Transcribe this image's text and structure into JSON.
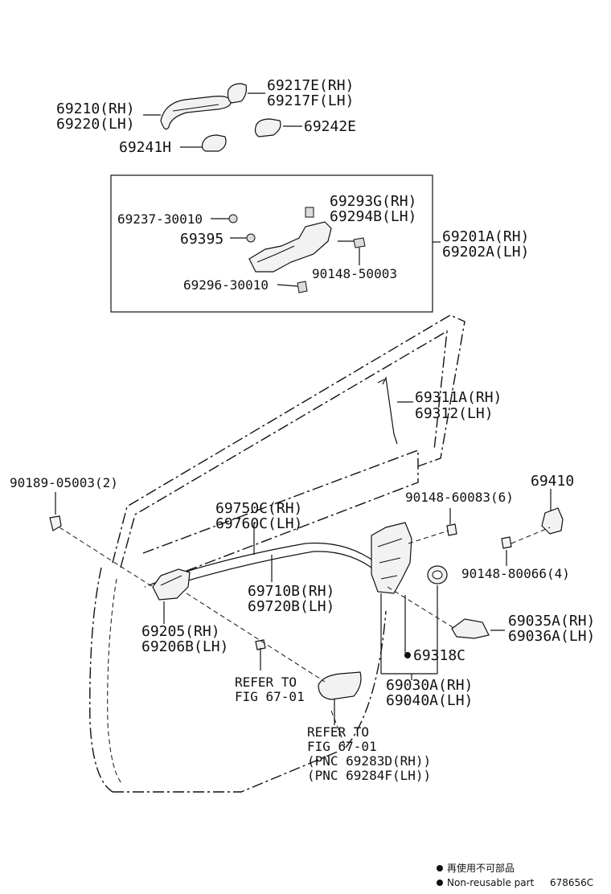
{
  "labels": {
    "p69217": [
      "69217E(RH)",
      "69217F(LH)"
    ],
    "p69210": [
      "69210(RH)",
      "69220(LH)"
    ],
    "p69242": "69242E",
    "p69241": "69241H",
    "p69293": [
      "69293G(RH)",
      "69294B(LH)"
    ],
    "p69237": "69237-30010",
    "p69395": "69395",
    "p69201": [
      "69201A(RH)",
      "69202A(LH)"
    ],
    "p90148_50003": "90148-50003",
    "p69296": "69296-30010",
    "p69311": [
      "69311A(RH)",
      "69312(LH)"
    ],
    "p90189": "90189-05003(2)",
    "p90148_60083": "90148-60083(6)",
    "p69410": "69410",
    "p69750": [
      "69750C(RH)",
      "69760C(LH)"
    ],
    "p90148_80066": "90148-80066(4)",
    "p69710": [
      "69710B(RH)",
      "69720B(LH)"
    ],
    "p69035": [
      "69035A(RH)",
      "69036A(LH)"
    ],
    "p69205": [
      "69205(RH)",
      "69206B(LH)"
    ],
    "p69318": "69318C",
    "refer1": [
      "REFER TO",
      "FIG 67-01"
    ],
    "p69030": [
      "69030A(RH)",
      "69040A(LH)"
    ],
    "refer2": [
      "REFER TO",
      "FIG 67-01",
      "(PNC 69283D(RH))",
      "(PNC 69284F(LH))"
    ]
  },
  "legend": {
    "line1": "再使用不可部品",
    "line2": "Non-reusable part"
  },
  "figure_code": "678656C"
}
